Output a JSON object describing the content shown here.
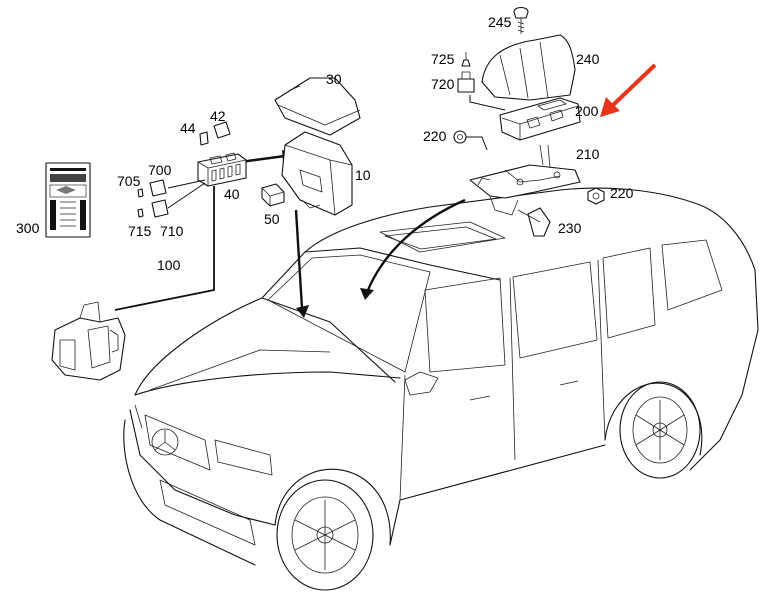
{
  "callouts": {
    "c245": "245",
    "c240": "240",
    "c725": "725",
    "c720": "720",
    "c200": "200",
    "c220a": "220",
    "c210": "210",
    "c220b": "220",
    "c230": "230",
    "c30": "30",
    "c42": "42",
    "c44": "44",
    "c10": "10",
    "c700": "700",
    "c705": "705",
    "c40": "40",
    "c300": "300",
    "c50": "50",
    "c715": "715",
    "c710": "710",
    "c100": "100"
  },
  "highlight": {
    "color": "#e8321a",
    "target_part": "200"
  },
  "icons": {
    "car": "mercedes-suv-outline",
    "pointer": "red-arrow-icon"
  }
}
